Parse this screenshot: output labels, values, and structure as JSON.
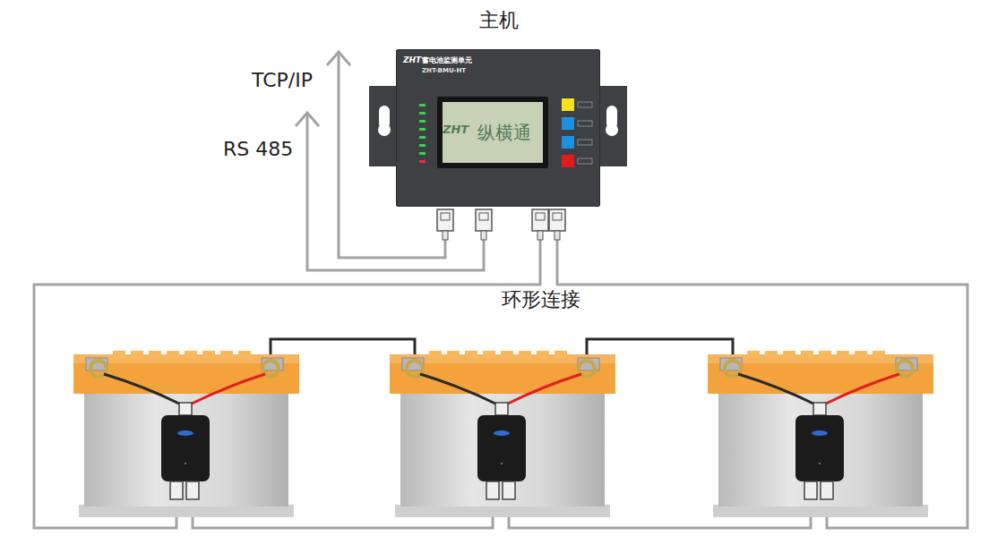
{
  "diagram": {
    "nodes": [
      {
        "text": [
          "主机",
          "蓄电池监测单元",
          "ZHT-BMU-HT"
        ]
      },
      {
        "text": [
          "纵横通"
        ],
        "in": 0
      }
    ],
    "labels": [
      "TCP/IP",
      "RS 485",
      "环形连接",
      "ZHT",
      "ZHT"
    ]
  }
}
